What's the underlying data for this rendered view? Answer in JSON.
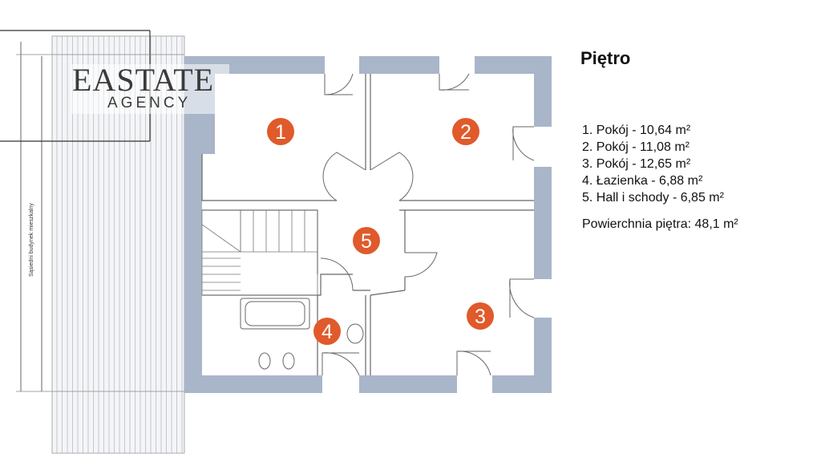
{
  "floor_title": "Piętro",
  "rooms": [
    {
      "number": "1",
      "label": "1. Pokój - 10,64 m²"
    },
    {
      "number": "2",
      "label": "2. Pokój - 11,08 m²"
    },
    {
      "number": "3",
      "label": "3. Pokój - 12,65 m²"
    },
    {
      "number": "4",
      "label": "4. Łazienka - 6,88 m²"
    },
    {
      "number": "5",
      "label": "5. Hall i schody - 6,85 m²"
    }
  ],
  "total_area": "Powierchnia piętra: 48,1 m²",
  "neighbor_label": "Sąsiedni budynek mieszkalny",
  "logo": {
    "name": "EASTATE",
    "sub": "AGENCY"
  },
  "colors": {
    "wall": "#a9b5c9",
    "badge": "#e05a2b",
    "line": "#555555"
  }
}
